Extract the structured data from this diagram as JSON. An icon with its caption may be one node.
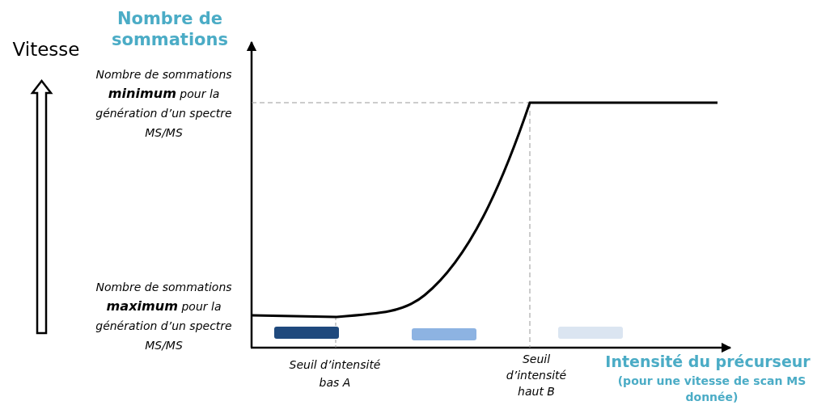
{
  "diagram": {
    "labels": [
      "Vitesse",
      "Nombre de sommations",
      "Nombre de sommations **minimum** pour la génération d’un spectre MS/MS",
      "Nombre de sommations **maximum** pour la génération d’un spectre MS/MS",
      "Seuil d’intensité bas A",
      "Seuil d’intensité haut B",
      "Intensité du précurseur",
      "(pour une vitesse de scan MS donnée)"
    ]
  }
}
